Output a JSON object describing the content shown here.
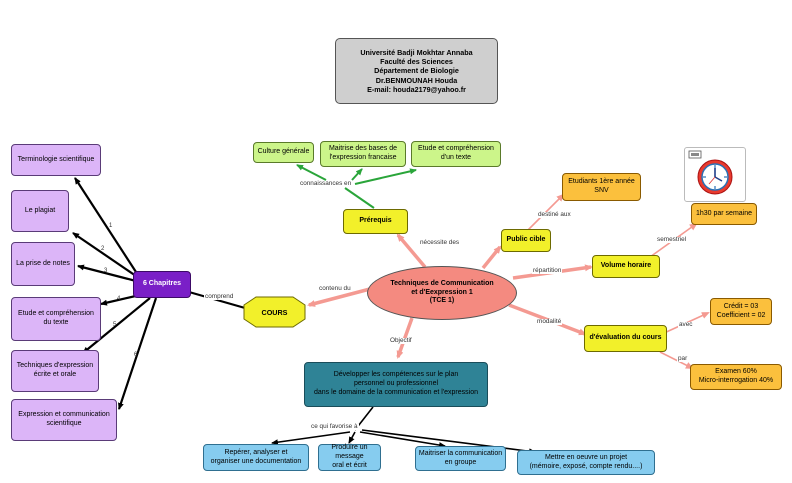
{
  "header": {
    "line1": "Université Badji Mokhtar Annaba",
    "line2": "Faculté des Sciences",
    "line3": "Département de Biologie",
    "line4": "Dr.BENMOUNAH Houda",
    "line5": "E-mail: houda2179@yahoo.fr"
  },
  "center": {
    "text": "Techniques de Communication\net d'Eexpression 1\n(TCE 1)"
  },
  "prerequis": {
    "label": "Prérequis",
    "link_label": "nécessite des",
    "sub_link": "connaissances en",
    "items": [
      "Culture générale",
      "Maitrise des bases de\nl'expression francaise",
      "Etude et compréhension\nd'un texte"
    ]
  },
  "public": {
    "label": "Public cible",
    "link_label": "destiné aux",
    "target": "Etudiants 1ère année\nSNV"
  },
  "volume": {
    "label": "Volume horaire",
    "link_label": "répartition",
    "sub_link": "semestriel",
    "value": "1h30 par semaine"
  },
  "evaluation": {
    "label": "d'évaluation du cours",
    "link_label": "modalité",
    "avec_label": "avec",
    "avec_value": "Crédit = 03\nCoefficient = 02",
    "par_label": "par",
    "par_value": "Examen 60%\nMicro-interrogation 40%"
  },
  "cours": {
    "label": "COURS",
    "link_label": "contenu du",
    "comprend_label": "comprend",
    "chapitres": "6 Chapitres",
    "items": [
      "Terminologie scientifique",
      "Le plagiat",
      "La prise de notes",
      "Etude et compréhension\ndu texte",
      "Techniques d'expression\nécrite et orale",
      "Expression et communication\nscientifique"
    ],
    "numbers": [
      "1",
      "2",
      "3",
      "4",
      "5",
      "6"
    ]
  },
  "objectif": {
    "link_label": "Objectif",
    "text": "Développer les compétences sur le plan\npersonnel ou  professionnel\ndans le domaine de la communication et l'expression",
    "sub_link": "ce qui favorise à",
    "items": [
      "Repérer, analyser et\norganiser une documentation",
      "Produire un message\noral et écrit",
      "Maitriser la communication\nen groupe",
      "Mettre en oeuvre un projet\n(mémoire, exposé, compte rendu....)"
    ]
  },
  "icon": "clock-icon",
  "colors": {
    "header": "#cfcfcf",
    "center": "#f48a80",
    "green": "#ccf58a",
    "yellow": "#f2f02a",
    "orange": "#fbc03d",
    "lilac": "#dcb5f8",
    "purple": "#7a1fc7",
    "blue": "#86ccef",
    "teal": "#2f8396",
    "pink_link": "#f49a92",
    "green_link": "#2aa53a",
    "black_link": "#000000"
  }
}
